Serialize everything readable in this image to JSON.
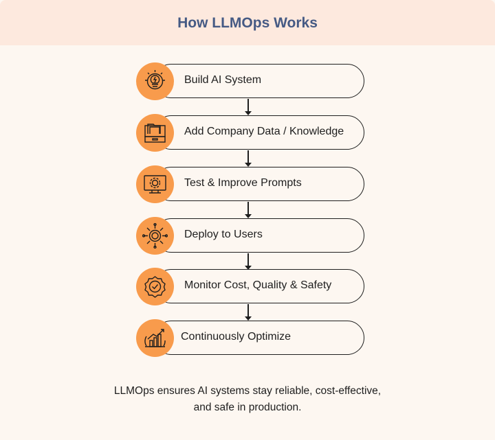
{
  "title": "How LLMOps Works",
  "accent_color": "#f89b4c",
  "steps": [
    {
      "label": "Build AI System",
      "icon": "lightbulb-gear-icon"
    },
    {
      "label": "Add Company Data / Knowledge",
      "icon": "file-drawer-icon"
    },
    {
      "label": "Test & Improve Prompts",
      "icon": "monitor-gear-icon"
    },
    {
      "label": "Deploy to Users",
      "icon": "network-hub-icon"
    },
    {
      "label": "Monitor Cost, Quality & Safety",
      "icon": "quality-badge-icon"
    },
    {
      "label": "Continuously Optimize",
      "icon": "growth-chart-gear-icon"
    }
  ],
  "footer": {
    "line1": "LLMOps ensures AI systems stay reliable, cost-effective,",
    "line2": "and safe in production."
  }
}
